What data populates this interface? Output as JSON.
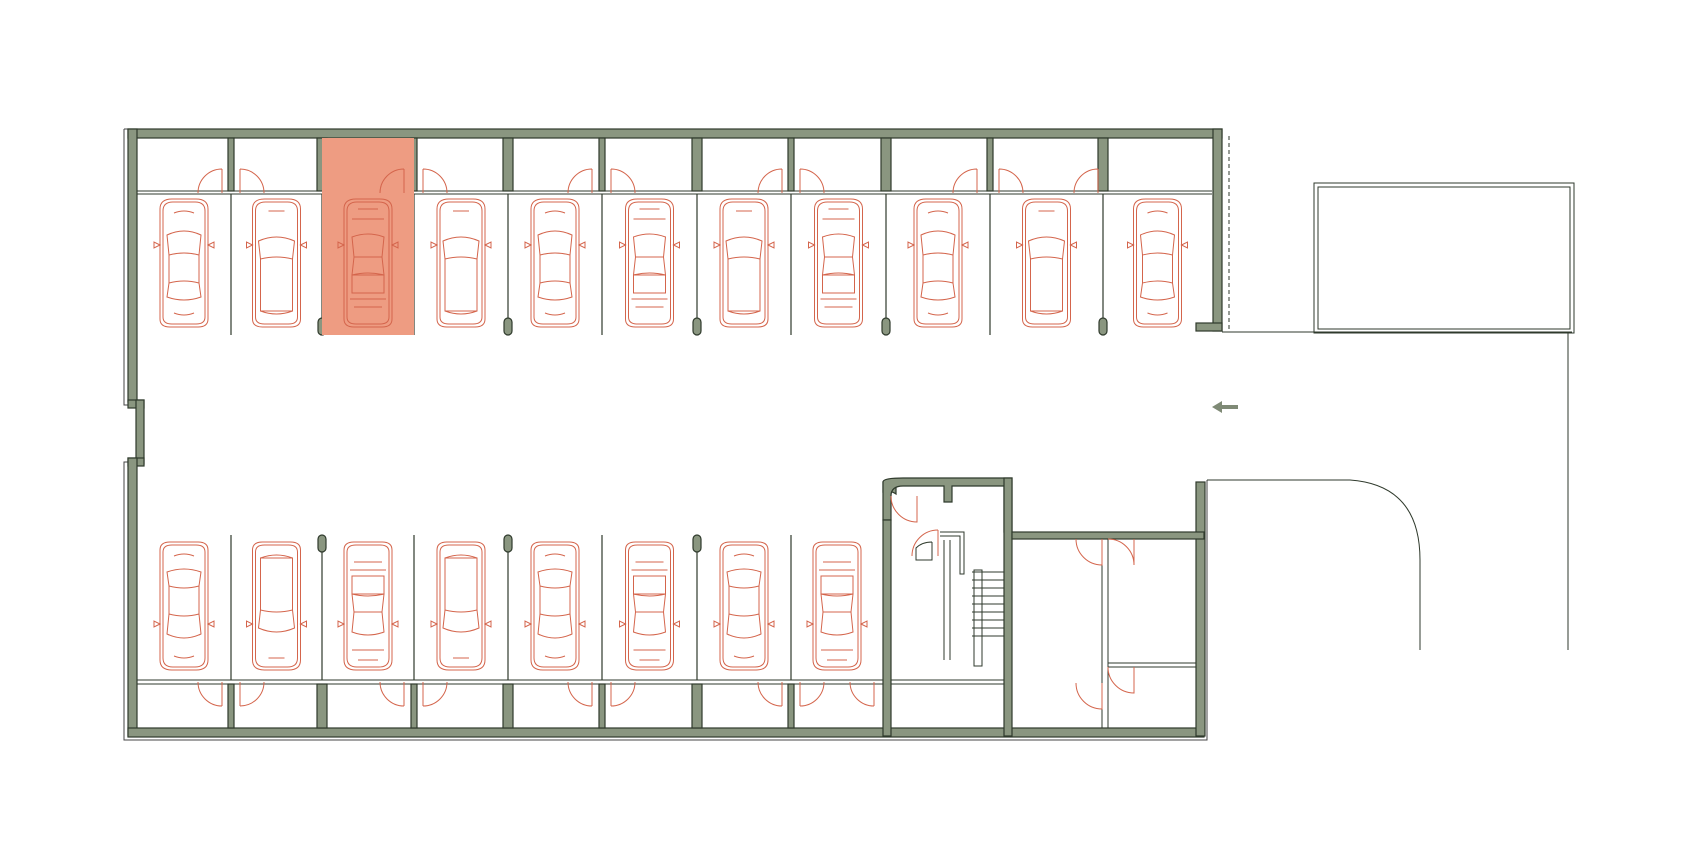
{
  "plan": {
    "colors": {
      "wall_fill": "#8a9680",
      "wall_stroke": "#2f3a2c",
      "car_stroke": "#d4654c",
      "highlight_fill": "#ee9c82",
      "arrow": "#7f8a76"
    },
    "top_row": {
      "bay_count": 11,
      "highlighted_bay": 3,
      "car_icons": [
        "sedan",
        "hatchback",
        "sports-car",
        "hatchback",
        "sedan",
        "coupe",
        "hatchback",
        "coupe",
        "sedan",
        "hatchback",
        "sedan-top"
      ]
    },
    "bottom_row": {
      "bay_count": 8,
      "car_icons": [
        "sedan",
        "hatchback",
        "coupe",
        "hatchback",
        "sedan",
        "coupe",
        "sedan",
        "coupe"
      ]
    },
    "traffic_arrow": {
      "direction": "left-arrow-icon"
    }
  }
}
